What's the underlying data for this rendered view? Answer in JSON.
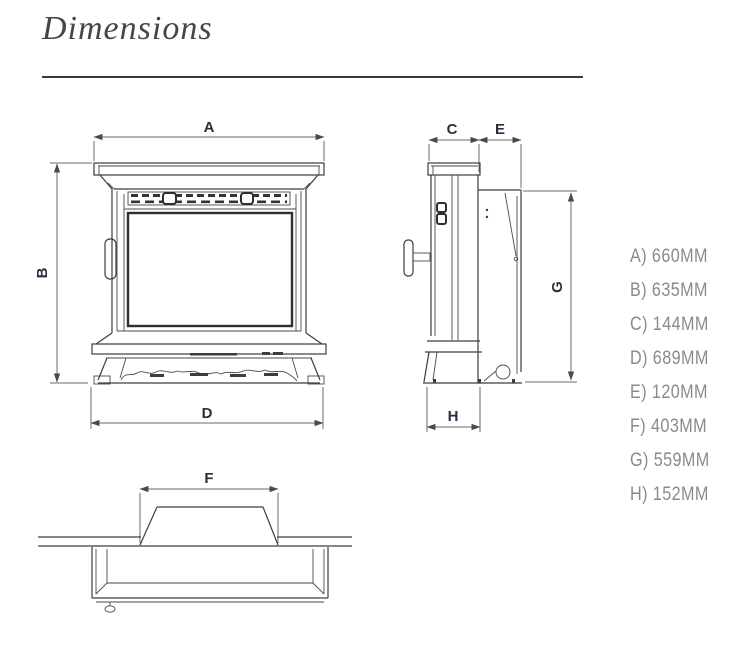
{
  "title": "Dimensions",
  "dim_labels": {
    "a": "A",
    "b": "B",
    "c": "C",
    "d": "D",
    "e": "E",
    "f": "F",
    "g": "G",
    "h": "H"
  },
  "dimension_list": [
    {
      "key": "A",
      "value_mm": 660,
      "label": "A) 660MM"
    },
    {
      "key": "B",
      "value_mm": 635,
      "label": "B) 635MM"
    },
    {
      "key": "C",
      "value_mm": 144,
      "label": "C) 144MM"
    },
    {
      "key": "D",
      "value_mm": 689,
      "label": "D) 689MM"
    },
    {
      "key": "E",
      "value_mm": 120,
      "label": "E) 120MM"
    },
    {
      "key": "F",
      "value_mm": 403,
      "label": "F) 403MM"
    },
    {
      "key": "G",
      "value_mm": 559,
      "label": "G) 559MM"
    },
    {
      "key": "H",
      "value_mm": 152,
      "label": "H) 152MM"
    }
  ],
  "colors": {
    "background": "#ffffff",
    "drawing_line": "#3d3d3d",
    "dimension_line": "#6b6b6b",
    "label_text": "#253040",
    "list_text": "#8a8a8a",
    "title_text": "#43474c",
    "rule": "#3a3a3a"
  }
}
